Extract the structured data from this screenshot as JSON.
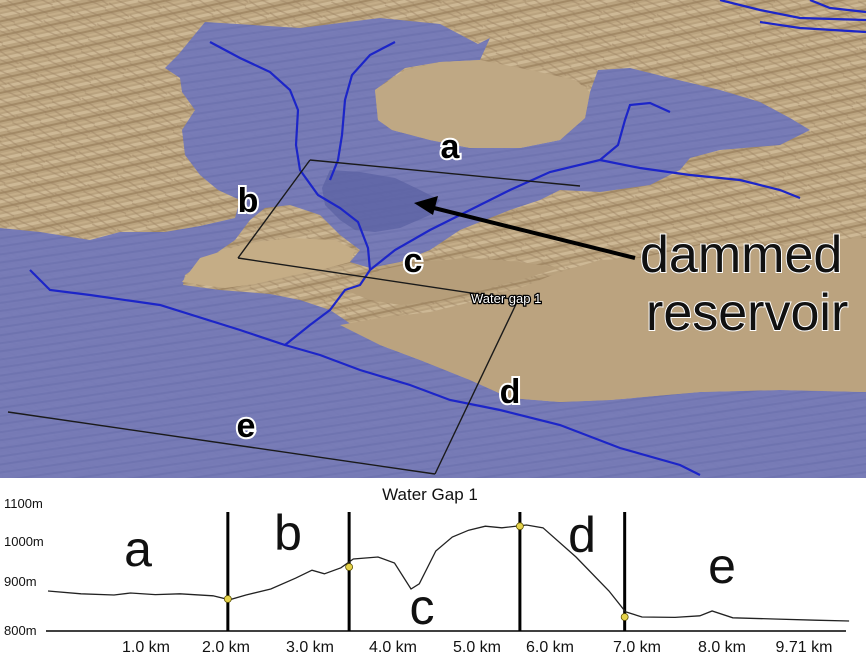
{
  "map": {
    "region_labels": [
      "a",
      "b",
      "c",
      "d",
      "e"
    ],
    "reservoir_label_line1": "dammed",
    "reservoir_label_line2": "reservoir",
    "pin_label": "Water gap 1"
  },
  "profile": {
    "title": "Water Gap 1",
    "y_ticks": [
      "1100m",
      "1000m",
      "900m",
      "800m"
    ],
    "x_ticks": [
      "1.0 km",
      "2.0 km",
      "3.0 km",
      "4.0 km",
      "5.0 km",
      "6.0 km",
      "7.0 km",
      "8.0 km",
      "9.71 km"
    ],
    "section_labels": [
      "a",
      "b",
      "c",
      "d",
      "e"
    ],
    "units": {
      "elevation": "m",
      "distance": "km"
    },
    "ylim": [
      800,
      1100
    ],
    "xlim": [
      0,
      9.71
    ],
    "elevation_profile": [
      [
        0.0,
        900
      ],
      [
        0.4,
        893
      ],
      [
        0.8,
        890
      ],
      [
        1.0,
        895
      ],
      [
        1.3,
        891
      ],
      [
        1.6,
        893
      ],
      [
        2.0,
        888
      ],
      [
        2.2,
        878
      ],
      [
        2.4,
        890
      ],
      [
        2.7,
        905
      ],
      [
        3.0,
        932
      ],
      [
        3.2,
        952
      ],
      [
        3.35,
        943
      ],
      [
        3.55,
        958
      ],
      [
        3.7,
        980
      ],
      [
        4.0,
        985
      ],
      [
        4.2,
        970
      ],
      [
        4.4,
        905
      ],
      [
        4.5,
        918
      ],
      [
        4.7,
        1000
      ],
      [
        4.9,
        1035
      ],
      [
        5.1,
        1052
      ],
      [
        5.3,
        1062
      ],
      [
        5.5,
        1058
      ],
      [
        5.8,
        1065
      ],
      [
        6.0,
        1058
      ],
      [
        6.4,
        985
      ],
      [
        6.8,
        900
      ],
      [
        7.0,
        848
      ],
      [
        7.2,
        835
      ],
      [
        7.6,
        834
      ],
      [
        7.9,
        838
      ],
      [
        8.05,
        850
      ],
      [
        8.3,
        833
      ],
      [
        8.8,
        830
      ],
      [
        9.3,
        827
      ],
      [
        9.71,
        825
      ]
    ],
    "section_boundaries_km": [
      2.18,
      3.65,
      5.72,
      6.99
    ],
    "boundary_markers": [
      {
        "x": 2.18,
        "y": 880
      },
      {
        "x": 3.65,
        "y": 960
      },
      {
        "x": 5.72,
        "y": 1062
      },
      {
        "x": 6.99,
        "y": 835
      }
    ]
  }
}
